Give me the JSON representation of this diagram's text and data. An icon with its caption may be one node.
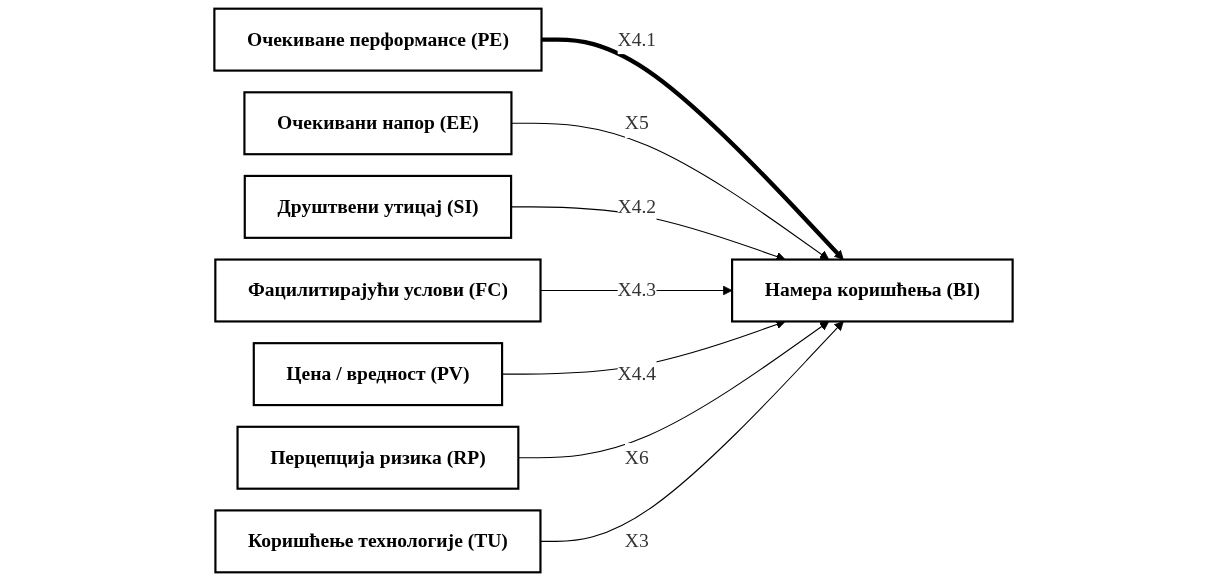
{
  "diagram": {
    "nodes": [
      {
        "text": [
          "Очекиване перформансе (PE)"
        ]
      },
      {
        "text": [
          "Очекивани напор (EE)"
        ]
      },
      {
        "text": [
          "Друштвени утицај (SI)"
        ]
      },
      {
        "text": [
          "Фацилитирајући услови (FC)"
        ]
      },
      {
        "text": [
          "Цена / вредност (PV)"
        ]
      },
      {
        "text": [
          "Перцепција ризика (RP)"
        ]
      },
      {
        "text": [
          "Намера коришћења (BI)"
        ]
      },
      {
        "text": [
          "Коришћење технологије (TU)"
        ]
      }
    ],
    "edges": [
      {
        "from": 0,
        "to": 6,
        "arrow": "to",
        "label": "X4.1",
        "style": "thick"
      },
      {
        "from": 1,
        "to": 6,
        "arrow": "to",
        "label": "X5"
      },
      {
        "from": 2,
        "to": 6,
        "arrow": "to",
        "label": "X4.2"
      },
      {
        "from": 3,
        "to": 6,
        "arrow": "to",
        "label": "X4.3"
      },
      {
        "from": 4,
        "to": 6,
        "arrow": "to",
        "label": "X4.4"
      },
      {
        "from": 5,
        "to": 6,
        "arrow": "to",
        "label": "X6"
      },
      {
        "from": 7,
        "to": 6,
        "arrow": "to",
        "label": "X3"
      }
    ]
  }
}
